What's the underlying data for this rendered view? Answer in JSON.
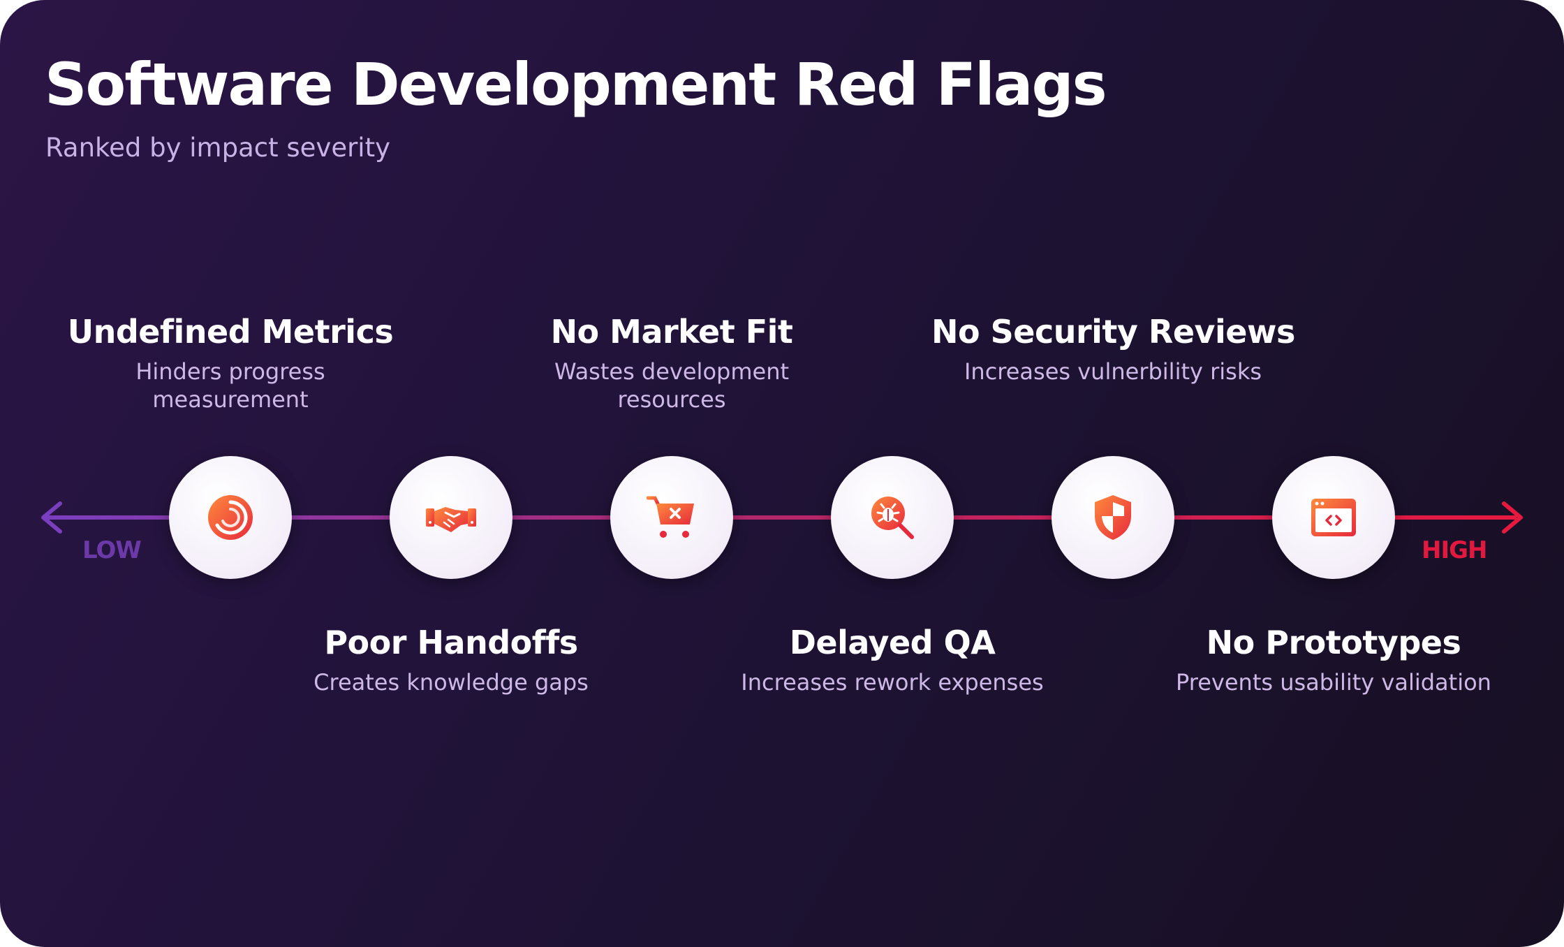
{
  "title": "Software Development Red Flags",
  "subtitle": "Ranked by impact severity",
  "scale": {
    "low_label": "LOW",
    "high_label": "HIGH",
    "low_color": "#6c3aa8",
    "high_color": "#e2183f"
  },
  "flags": [
    {
      "name": "Undefined Metrics",
      "description": "Hinders progress measurement",
      "icon": "gauge-icon",
      "rank": 1,
      "label_position": "above"
    },
    {
      "name": "Poor Handoffs",
      "description": "Creates knowledge gaps",
      "icon": "handshake-icon",
      "rank": 2,
      "label_position": "below"
    },
    {
      "name": "No Market Fit",
      "description": "Wastes development resources",
      "icon": "cart-x-icon",
      "rank": 3,
      "label_position": "above"
    },
    {
      "name": "Delayed QA",
      "description": "Increases rework expenses",
      "icon": "bug-search-icon",
      "rank": 4,
      "label_position": "below"
    },
    {
      "name": "No Security Reviews",
      "description": "Increases vulnerbility risks",
      "icon": "shield-icon",
      "rank": 5,
      "label_position": "above"
    },
    {
      "name": "No Prototypes",
      "description": "Prevents usability validation",
      "icon": "browser-code-icon",
      "rank": 6,
      "label_position": "below"
    }
  ]
}
